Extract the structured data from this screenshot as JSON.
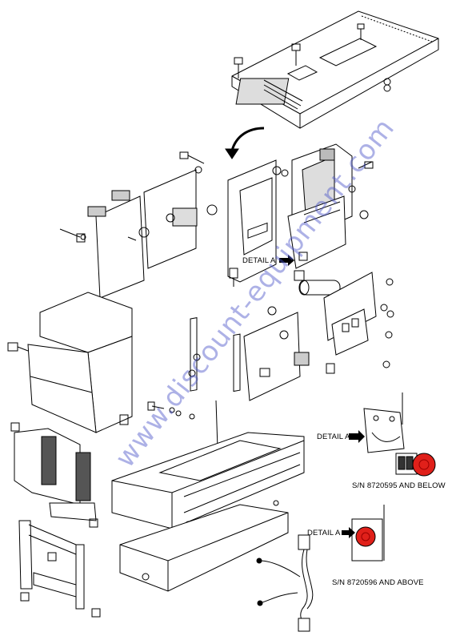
{
  "labels": {
    "detail_a_main": "DETAIL A",
    "detail_a_upper": "DETAIL A",
    "detail_a_lower": "DETAIL A",
    "sn_below": "S/N 8720595 AND BELOW",
    "sn_above": "S/N 8720596 AND ABOVE"
  },
  "watermark": "www.discount-equipment.com",
  "colors": {
    "line": "#000000",
    "button_red": "#e0201a",
    "watermark": "#4b55c9"
  }
}
